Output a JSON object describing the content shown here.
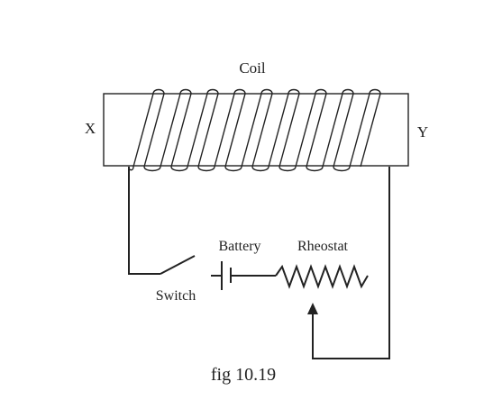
{
  "labels": {
    "coil": "Coil",
    "end_left": "X",
    "end_right": "Y",
    "battery": "Battery",
    "rheostat": "Rheostat",
    "switch": "Switch",
    "caption": "fig 10.19"
  },
  "colors": {
    "ink": "#222222",
    "background": "#ffffff"
  },
  "coil": {
    "turns": 9
  }
}
